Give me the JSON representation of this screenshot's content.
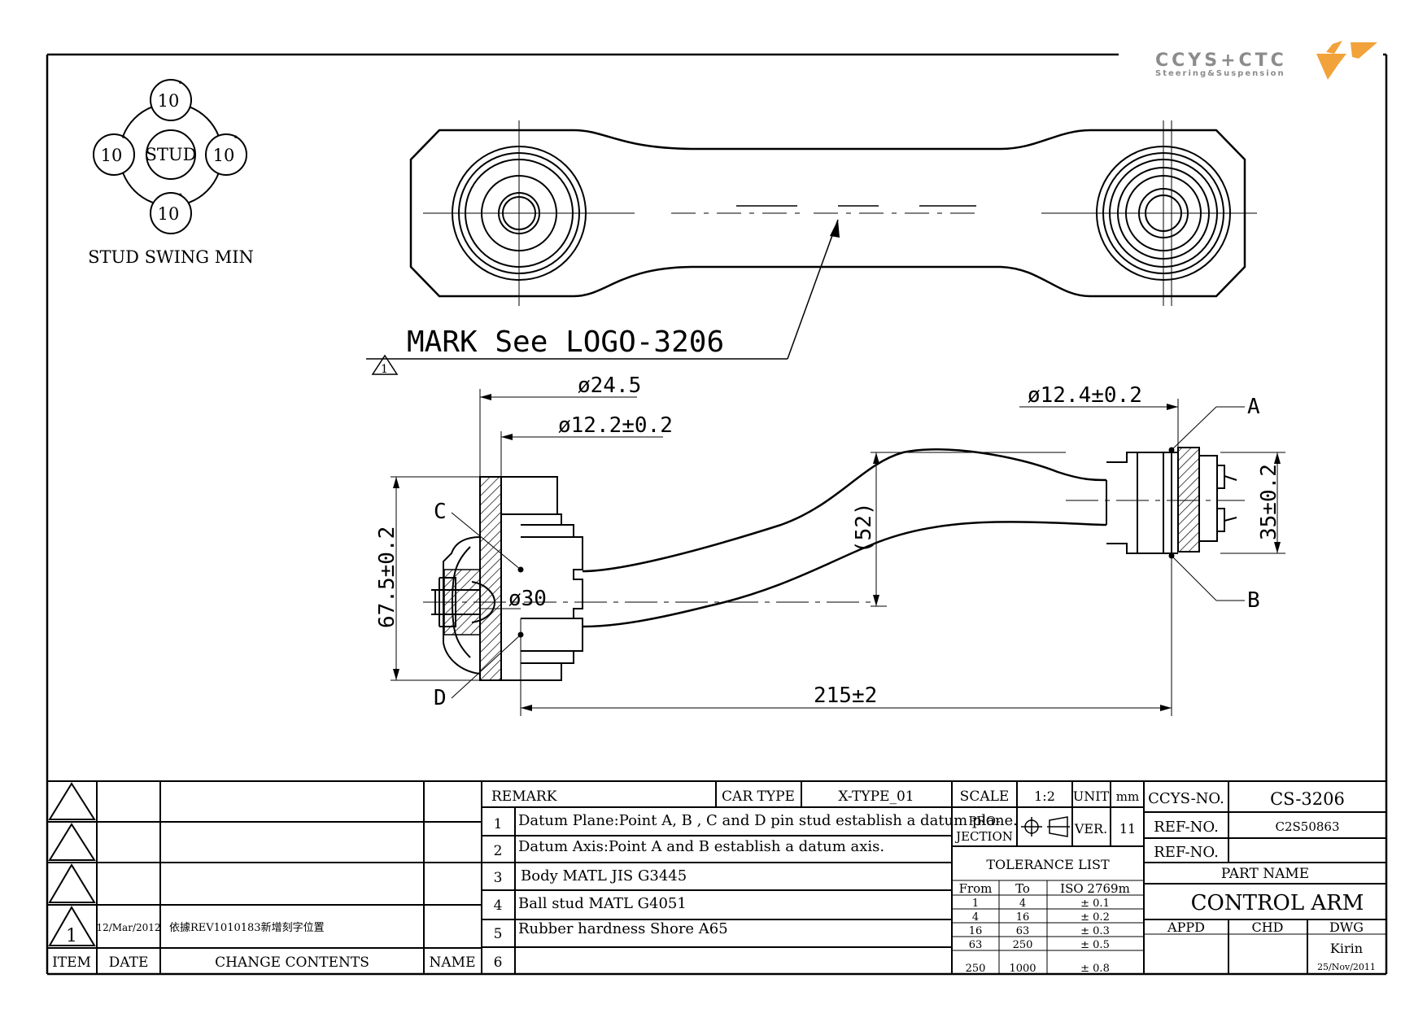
{
  "logo": {
    "brand": "CCYS+CTC",
    "tagline": "Steering&Suspension"
  },
  "stud_swing": {
    "center": "STUD",
    "top": "10",
    "left": "10",
    "right": "10",
    "bottom": "10",
    "degree_symbol": "°",
    "caption": "STUD SWING MIN"
  },
  "mark_note": {
    "index": "1",
    "text": "MARK See LOGO-3206"
  },
  "dims": {
    "d24": "ø24.5",
    "d12_2": "ø12.2±0.2",
    "d12_4": "ø12.4±0.2",
    "d30": "ø30",
    "h67": "67.5±0.2",
    "h52": "(52)",
    "h35": "35±0.2",
    "len215": "215±2"
  },
  "points": {
    "a": "A",
    "b": "B",
    "c": "C",
    "d": "D"
  },
  "revision_block": {
    "headers": {
      "item": "ITEM",
      "date": "DATE",
      "change": "CHANGE CONTENTS",
      "name": "NAME"
    },
    "row1": {
      "item": "1",
      "date": "12/Mar/2012",
      "change": "依據REV1010183新增刻字位置"
    }
  },
  "remark": {
    "label": "REMARK",
    "car_type_label": "CAR TYPE",
    "car_type_value": "X-TYPE_01",
    "items": [
      {
        "n": "1",
        "text": "Datum Plane:Point A, B , C and D pin stud establish a datum plane."
      },
      {
        "n": "2",
        "text": "Datum Axis:Point A and B establish a datum axis."
      },
      {
        "n": "3",
        "text": "Body MATL JIS G3445"
      },
      {
        "n": "4",
        "text": "Ball stud MATL G4051"
      },
      {
        "n": "5",
        "text": "Rubber hardness Shore A65"
      },
      {
        "n": "6",
        "text": ""
      }
    ]
  },
  "scale_block": {
    "scale_label": "SCALE",
    "scale_value": "1:2",
    "unit_label": "UNIT",
    "unit_value": "mm",
    "projection_label_1": "PRO-",
    "projection_label_2": "JECTION",
    "ver_label": "VER.",
    "ver_value": "11"
  },
  "tolerance": {
    "title": "TOLERANCE LIST",
    "headers": {
      "from": "From",
      "to": "To",
      "iso": "ISO 2769m"
    },
    "rows": [
      {
        "from": "1",
        "to": "4",
        "tol": "± 0.1"
      },
      {
        "from": "4",
        "to": "16",
        "tol": "± 0.2"
      },
      {
        "from": "16",
        "to": "63",
        "tol": "± 0.3"
      },
      {
        "from": "63",
        "to": "250",
        "tol": "± 0.5"
      },
      {
        "from": "250",
        "to": "1000",
        "tol": "± 0.8"
      }
    ]
  },
  "title_block": {
    "ccys_label": "CCYS-NO.",
    "ccys_value": "CS-3206",
    "ref1_label": "REF-NO.",
    "ref1_value": "C2S50863",
    "ref2_label": "REF-NO.",
    "ref2_value": "",
    "part_name_label": "PART NAME",
    "part_name_value": "CONTROL ARM",
    "appd": "APPD",
    "chd": "CHD",
    "dwg": "DWG",
    "drawer": "Kirin",
    "draw_date": "25/Nov/2011"
  }
}
